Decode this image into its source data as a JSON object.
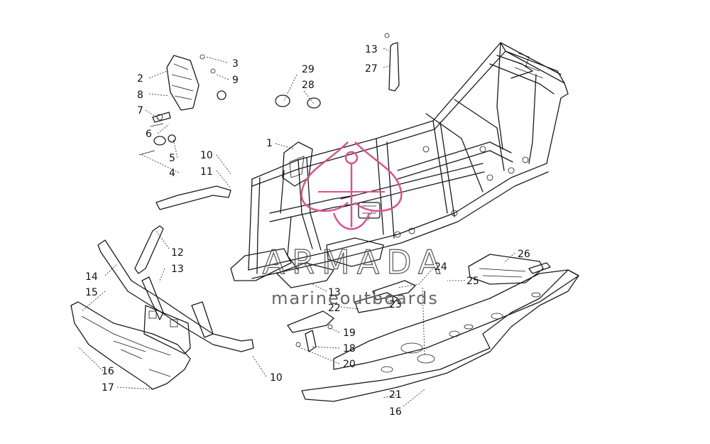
{
  "watermark": {
    "brand": "ARMADA",
    "subtitle": "marineoutboards",
    "accent_color": "#d9548f",
    "text_color": "#555555",
    "logo_icon": "armada-anchor-logo"
  },
  "callouts": [
    {
      "id": "c-13-top",
      "text": "13"
    },
    {
      "id": "c-27",
      "text": "27"
    },
    {
      "id": "c-3",
      "text": "3"
    },
    {
      "id": "c-9",
      "text": "9"
    },
    {
      "id": "c-2",
      "text": "2"
    },
    {
      "id": "c-8",
      "text": "8"
    },
    {
      "id": "c-7",
      "text": "7"
    },
    {
      "id": "c-6",
      "text": "6"
    },
    {
      "id": "c-5",
      "text": "5"
    },
    {
      "id": "c-4",
      "text": "4"
    },
    {
      "id": "c-29",
      "text": "29"
    },
    {
      "id": "c-28",
      "text": "28"
    },
    {
      "id": "c-1",
      "text": "1"
    },
    {
      "id": "c-10-top",
      "text": "10"
    },
    {
      "id": "c-11",
      "text": "11"
    },
    {
      "id": "c-12",
      "text": "12"
    },
    {
      "id": "c-13-left",
      "text": "13"
    },
    {
      "id": "c-14",
      "text": "14"
    },
    {
      "id": "c-15",
      "text": "15"
    },
    {
      "id": "c-16-left",
      "text": "16"
    },
    {
      "id": "c-17",
      "text": "17"
    },
    {
      "id": "c-10-bottom",
      "text": "10"
    },
    {
      "id": "c-26",
      "text": "26"
    },
    {
      "id": "c-24",
      "text": "24"
    },
    {
      "id": "c-25",
      "text": "25"
    },
    {
      "id": "c-13-mid",
      "text": "13"
    },
    {
      "id": "c-22",
      "text": "22"
    },
    {
      "id": "c-23",
      "text": "23"
    },
    {
      "id": "c-19",
      "text": "19"
    },
    {
      "id": "c-18",
      "text": "18"
    },
    {
      "id": "c-20",
      "text": "20"
    },
    {
      "id": "c-21",
      "text": "21"
    },
    {
      "id": "c-16-bottom",
      "text": "16"
    }
  ]
}
